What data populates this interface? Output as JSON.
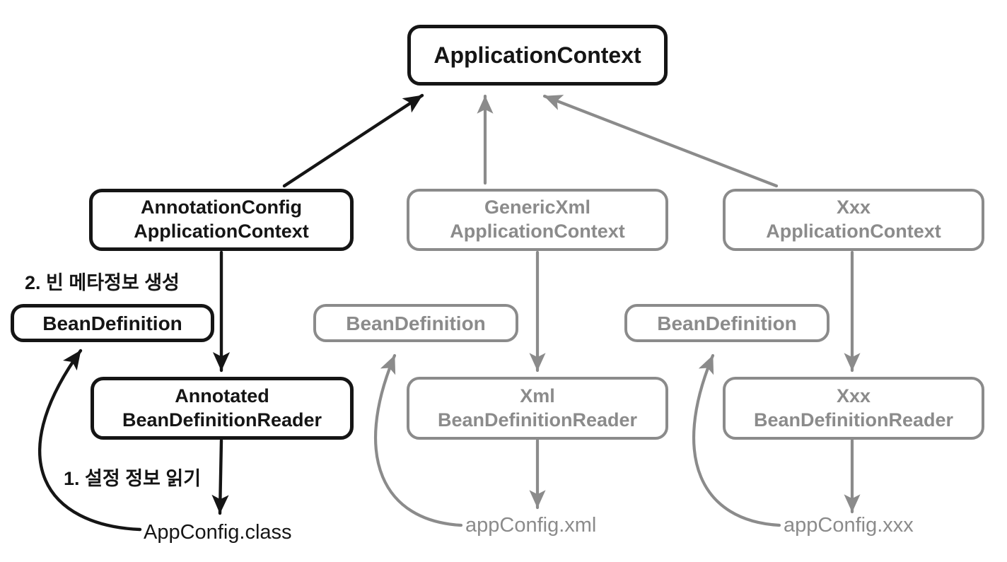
{
  "diagram": {
    "title_box": {
      "label": "ApplicationContext"
    },
    "annotations": {
      "step2": "2. 빈 메타정보 생성",
      "step1": "1. 설정 정보 읽기"
    },
    "columns": [
      {
        "id": "annotation-config",
        "state": "active",
        "context_line1": "AnnotationConfig",
        "context_line2": "ApplicationContext",
        "bean_definition": "BeanDefinition",
        "reader_line1": "Annotated",
        "reader_line2": "BeanDefinitionReader",
        "config_file": "AppConfig.class"
      },
      {
        "id": "generic-xml",
        "state": "inactive",
        "context_line1": "GenericXml",
        "context_line2": "ApplicationContext",
        "bean_definition": "BeanDefinition",
        "reader_line1": "Xml",
        "reader_line2": "BeanDefinitionReader",
        "config_file": "appConfig.xml"
      },
      {
        "id": "xxx",
        "state": "inactive",
        "context_line1": "Xxx",
        "context_line2": "ApplicationContext",
        "bean_definition": "BeanDefinition",
        "reader_line1": "Xxx",
        "reader_line2": "BeanDefinitionReader",
        "config_file": "appConfig.xxx"
      }
    ],
    "colors": {
      "active": "#151515",
      "inactive": "#8b8b8b",
      "background": "#ffffff"
    }
  }
}
